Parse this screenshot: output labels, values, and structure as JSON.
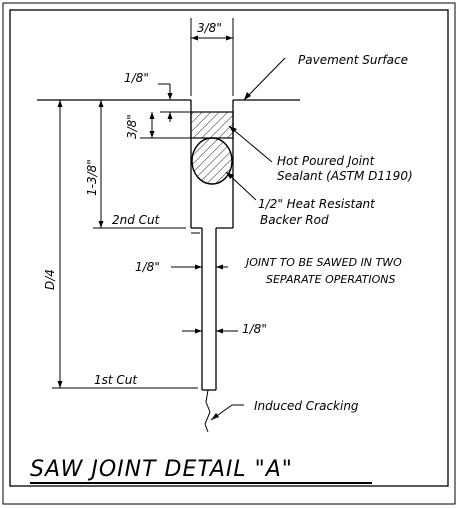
{
  "title": "SAW JOINT DETAIL \"A\"",
  "labels": {
    "top_width": "3/8\"",
    "pavement_surface": "Pavement Surface",
    "offset_top": "1/8\"",
    "sealant_depth": "3/8\"",
    "first_depth": "1-3/8\"",
    "sealant_line1": "Hot Poured Joint",
    "sealant_line2": "Sealant (ASTM D1190)",
    "backer_line1": "1/2\"  Heat Resistant",
    "backer_line2": "Backer Rod",
    "second_cut": "2nd Cut",
    "depth_total": "D/4",
    "offset_mid": "1/8\"",
    "note_line1": "JOINT TO BE SAWED IN TWO",
    "note_line2": "SEPARATE OPERATIONS",
    "narrow_width": "1/8\"",
    "first_cut": "1st Cut",
    "induced_cracking": "Induced Cracking"
  }
}
